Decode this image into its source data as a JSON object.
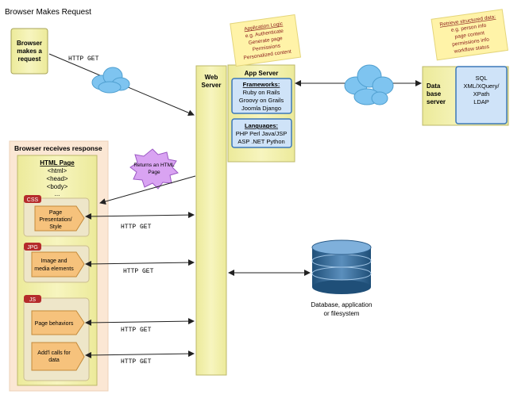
{
  "title": "Browser Makes Request",
  "browser": {
    "line1": "Browser",
    "line2": "makes a",
    "line3": "request"
  },
  "http_get": "HTTP GET",
  "web_server": {
    "line1": "Web",
    "line2": "Server"
  },
  "app_server": {
    "title": "App Server",
    "frameworks": {
      "heading": "Frameworks:",
      "line1": "Ruby on Rails",
      "line2": "Groovy on Grails",
      "line3": "Joomla Django"
    },
    "languages": {
      "heading": "Languages:",
      "line1": "PHP Perl Java/JSP",
      "line2": "ASP .NET Python"
    }
  },
  "app_logic_note": {
    "heading": "Application Logic",
    "line1": "e.g. Authenticate",
    "line2": "Generate  page",
    "line3": "Permissions",
    "line4": "Personalized content"
  },
  "data_note": {
    "heading": "Retrieve structured data:",
    "line1": "e.g. person info",
    "line2": "page content",
    "line3": "permissions info",
    "line4": "workflow status"
  },
  "db_server": {
    "line1": "Data",
    "line2": "base",
    "line3": "server"
  },
  "sql_box": {
    "line1": "SQL",
    "line2": "XML/XQuery/",
    "line3": "XPath",
    "line4": "LDAP"
  },
  "database": {
    "line1": "Database, application",
    "line2": "or filesystem"
  },
  "receives_title": "Browser receives response",
  "html_page": {
    "heading": "HTML Page",
    "line1": "<html>",
    "line2": "<head>",
    "line3": "<body>",
    "line4": "..."
  },
  "returns_burst": {
    "line1": "Returns an HTML",
    "line2": "Page"
  },
  "css": {
    "tag": "CSS",
    "line1": "Page",
    "line2": "Presentation/",
    "line3": "Style"
  },
  "jpg": {
    "tag": "JPG",
    "line1": "Image and",
    "line2": "media elements"
  },
  "js": {
    "tag": "JS",
    "behaviors": "Page behaviors",
    "calls1": "Add'l calls for",
    "calls2": "data"
  },
  "colors": {
    "yellow": "#f4f0a6",
    "blue": "#cfe3f8",
    "orange": "#f6c27c",
    "tag": "#b52b2b",
    "burst": "#d9a3f2",
    "note": "#fff3a8"
  }
}
